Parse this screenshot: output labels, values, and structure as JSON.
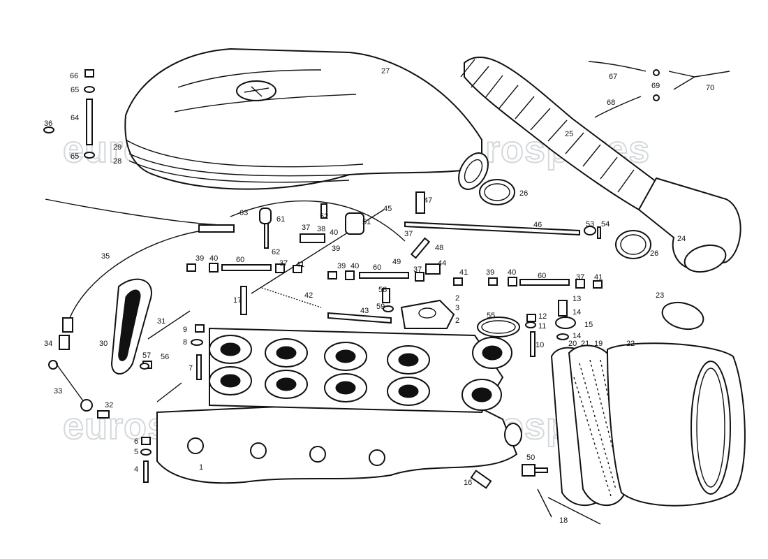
{
  "watermark": "eurospares",
  "labels": [
    "1",
    "2",
    "2",
    "3",
    "4",
    "5",
    "6",
    "7",
    "8",
    "9",
    "10",
    "11",
    "12",
    "13",
    "14",
    "14",
    "15",
    "16",
    "17",
    "18",
    "19",
    "20",
    "21",
    "22",
    "23",
    "24",
    "25",
    "26",
    "26",
    "27",
    "28",
    "29",
    "30",
    "31",
    "32",
    "33",
    "34",
    "35",
    "36",
    "37",
    "37",
    "37",
    "37",
    "37",
    "38",
    "39",
    "39",
    "39",
    "39",
    "40",
    "40",
    "40",
    "40",
    "41",
    "41",
    "41",
    "42",
    "43",
    "44",
    "45",
    "46",
    "47",
    "48",
    "49",
    "50",
    "51",
    "52",
    "53",
    "54",
    "55",
    "56",
    "57",
    "58",
    "59",
    "60",
    "60",
    "60",
    "61",
    "62",
    "63",
    "64",
    "65",
    "65",
    "66",
    "67",
    "68",
    "69",
    "70"
  ],
  "colors": {
    "line": "#111111",
    "watermark": "#d4d8db",
    "background": "#ffffff"
  }
}
